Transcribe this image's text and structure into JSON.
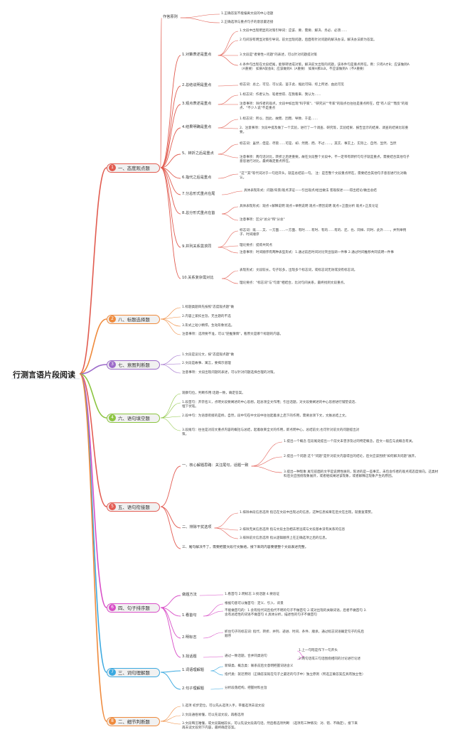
{
  "colors": {
    "s1": "#e15b4f",
    "s8": "#ef8a3c",
    "s7": "#9c6ac9",
    "s6": "#8cc541",
    "s5": "#e35d54",
    "s4": "#d84ec7",
    "s3": "#3ba9e0",
    "s2": "#ef8a3c",
    "line": "#b9c8d8",
    "pill": "#f1f1f1"
  },
  "root": "行测言语片段阅读",
  "sections": [
    {
      "num": "1",
      "label": "一、态度观点题",
      "groups": [
        {
          "label": "作答原则",
          "items": [
            "1.正确答案不能偏离文段的中心话题",
            "2.正确选项与重点句子的意思最近接"
          ]
        },
        {
          "label": "1.对策表述是重点",
          "items": [
            "1.文段中出现明显的对策引导词：应该、要、需要、解决、务必、必须……",
            "2.句间没有明显对策引导词，前文出现问题，后面有针对问题的解决办法，解决办法即为答案。",
            "3.文段是\"者要性+问题\"的表述，可以针对问题提对策",
            "4.条件句出现在文段结尾，能够转述成对策，解决前文出现的问题，该条件句是重点所在。例：只有A才B；应该做到A（A重要） 如果A就会B；应该做到A（A重要） 如果A那么B，不应该做到A（不A重要）"
          ]
        },
        {
          "label": "2.总结说明是重点",
          "items": [
            "标志词：总之、可见、可以说、鉴于此、据此可知、综上所述、由此可见"
          ]
        },
        {
          "label": "3.观点表述是重点",
          "items": [
            "1.标志词：作者认为、笔者觉得、在我看来、我认为……",
            "注意事项：除作者的观点，文段中如出现\"科学家\"、\"研究员\"\"专家\"的观点也往往是重点所在，但\"有人说\"\"而反\"的观点、\"不少人说\"不是重点"
          ]
        },
        {
          "label": "4.结果明确是重点",
          "items": [
            "1.标志词：所以、因此、故而、因而、导致、于是……",
            "2、注意事项：文段中提及做了一个实验，进行了一个调查、研究等，实验结果、报告显示的结果、调查的结果比较重要。"
          ]
        },
        {
          "label": "5、转折之后是重点",
          "items": [
            "标志词：虽然…但是、尽管……可是、却、然而、而、不过……，其实、事实上、实际上、自然、显然、当然",
            "注意事项：两句话对比，转折之后更重要。故在文段整个文段中，不一定带有转折句句子就是重点，需要结合其他句子意思进行对比，最终确定重点所在。"
          ]
        },
        {
          "label": "6.指代之后是重点",
          "items": [
            "\"这\"\"其\"等代词对于一句话开头，就是总结前一句。 注：是否整个文段重点所在，需要结合其他句子意思进行比对确认。"
          ]
        },
        {
          "label": "7.分总形式重点在尾",
          "items": [
            "具体表现形式：问题/背景/观点求证——引出观点/给出做法 客观叙述——得出结论/做出总结"
          ]
        },
        {
          "label": "8.总分形式重点在首",
          "items": [
            "具体表现形式：观点+解释说明 观点+举例说明 观点+原因说明 观点+正面分析 观点+正反论证",
            "注意事项：区分\"总分\"和\"分总\""
          ]
        },
        {
          "label": "9.并列关系需求同",
          "items": [
            "标志词：既……又、一方面……一方面、有时……有时、有的……有的、还、也、同样、同时、此外……，并列举例子、时间顺序",
            "理论要点：提炼共同点",
            "注意事项：时间顺序有两种表型形式：1.通过前后时间对比突出强调一件事 2.通过时间推移共同说明一件事"
          ]
        },
        {
          "label": "10.关系复杂需对比",
          "items": [
            "表现形式：文段较长，句子较多，出现多个标志词，或标志词无效或没有标志词。",
            "理论要点：\"标志词\"与\"句意\"相结合，比对句间关系，最终找到文段重点。"
          ]
        }
      ]
    },
    {
      "num": "2",
      "label": "八、标题选择题",
      "groups": [
        {
          "label": "",
          "items": [
            "1.标题类题目先按照\"态度观点题\"做",
            "2.内容上紧扣主旨，无主题的不选",
            "3.形式上短小精悍，生动形象优选。",
            "注意事项：选项要不准，可以\"逆推猜情\"，看原文是哪个标题的内容。"
          ]
        }
      ]
    },
    {
      "num": "3",
      "label": "七、意图判断题",
      "groups": [
        {
          "label": "",
          "items": [
            "1.文段是议论文，按\"态度观点题\"做",
            "2.文段是故事、寓言，要揭示道理",
            "注意事项：文段出现问题的表述，可以针对问题选择合理的对策。"
          ]
        }
      ]
    },
    {
      "num": "4",
      "label": "六、语句填空题",
      "groups": [
        {
          "label": "",
          "items": [
            "观察句位，判断作用:话题一致，确定答案。",
            "1.段首句：开宗名义，点明文段要阐述的中心思想。起总领全文作用；引出话题，对文段要阐述的中心思想进行铺垫说话、埋下伏笔。",
            "2.段中句：为语意衔接的是桥，自然，段中句在中文段中往往起着承上启下的作用，需要总领下文，文脉总结上文。",
            "3.段尾句：往往是对前文重点内容的概括与总结，起着收束全文的作用，即点明中心，总结前文;也可针对前文的问题提出对策。"
          ]
        }
      ]
    },
    {
      "num": "5",
      "label": "五、语句衔接题",
      "groups": [
        {
          "label": "一、核心解题思路：关注尾句，话题一致",
          "items": [
            "1.提出一个概念 在段尾处提出一个前文未曾涉及过的特定概念，后文一般应与此概念有关。",
            "2.提出一个问题 这个\"问题\"是针对前文内容得出的结论，后文应该围绕\"如何解决问题\"展开。",
            "3.提出一种现象 尾句前面的文字是说明性质的，陈述的是一些事实，未包含作者的观点或态度倾向。这类材料后文应围绕现象展开，或者继续阐述该现象，或者解释这现象产生的原因。"
          ]
        },
        {
          "label": "二、排除干扰选项",
          "items": [
            "1.排除本段信息选项 指已在文段中出现过的信息，这种信息如果在后文在出现，就重复累赘。",
            "2.排除无关信息选项 指与文段主旨相去甚远或与文段基本没有关系的信息",
            "3.排除前文信息选项 指从逻辑顺序上在正确选项之后的信息。"
          ]
        },
        {
          "label": "三、尾句解决不了，需要把握文段行文脉络，接下来的内容要使整个文段表述完整。",
          "items": []
        }
      ]
    },
    {
      "num": "6",
      "label": "四、句子排序题",
      "groups": [
        {
          "label": "做题方法",
          "items": [
            "1.看首句 2.明标志 3.找话题 4.要验证"
          ]
        },
        {
          "label": "1.看首句",
          "items": [
            "根据句意可以做首句：定义、引入、背景",
            "不能做首句的：1.含有指代词且指代不明的句子不做首句 2.或对出现的关联词语，后者不做首句 3.含有总结性的词语不做首句 4.具体分析，描述性的句子不做首句"
          ]
        },
        {
          "label": "2.明标志",
          "items": [
            "抓住句子的标志词: 指代、转折、并列、递进、时间、条件、顺承，通过标志词语确定句子的先后顺序"
          ]
        },
        {
          "label": "3.找话题",
          "items": [
            "通过一致话题，合并同类语句"
          ],
          "sub": [
            "1.上一句暗是作下一句开头",
            "2.两句话或三句话围绕相同的讨论进行论述"
          ]
        }
      ]
    },
    {
      "num": "7",
      "label": "三、词句理解题",
      "groups": [
        {
          "label": "1.词语理解题",
          "items": [
            "新辞类、概念类：联系前后文意明把握词语含义",
            "指代类：就近原则（正确答案既在句子之最近的句子中）独立原则（所选正确答案应具有独立性）"
          ]
        },
        {
          "label": "2.句子理解题",
          "items": [
            "分析段落结构，把握材料主旨"
          ]
        }
      ]
    },
    {
      "num": "8",
      "label": "二、细节判断题",
      "groups": [
        {
          "label": "",
          "items": [
            "1.选项 初步定位，可以先从选项入手，带着选项去读文段",
            "2.文段通俗易懂，可以先读文段，再看选项",
            "3.文段晦涩难懂，或文段篇幅较长，可以先读文段再句话，然后看选项判断 （选项有三种情况：对、错、不确定），接下来再去读文段到下内容，最终确定答案。"
          ]
        }
      ]
    }
  ]
}
